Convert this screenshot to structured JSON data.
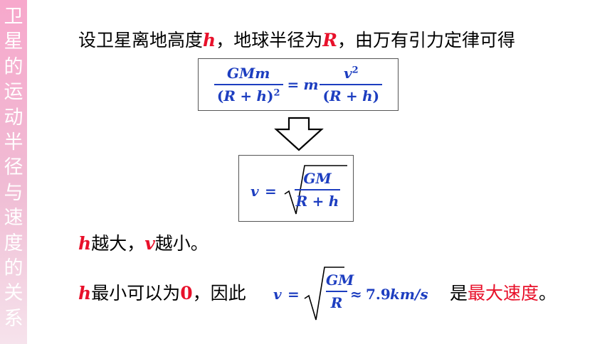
{
  "sidebar": {
    "title": "卫星的运动半径与速度的关系",
    "color": "#f4a7c8"
  },
  "line1": {
    "prefix": "设卫星离地高度",
    "var_h": "h",
    "sep1": "，地球半径为",
    "var_r": "R",
    "suffix": "，由万有引力定律可得"
  },
  "eq1": {
    "lhs_num": "GMm",
    "lhs_den_open": "(R",
    "plus": "+",
    "h": "h",
    "lhs_den_close": ")",
    "sq": "2",
    "equals": "=",
    "m": "m",
    "rhs_num": "v",
    "rhs_num_sq": "2",
    "rhs_den_open": "(R",
    "rhs_den_close": ")"
  },
  "eq2": {
    "v": "v",
    "equals": "=",
    "num": "GM",
    "den_r": "R",
    "plus": "+",
    "den_h": "h"
  },
  "line2": {
    "h": "h",
    "t1": "越大，",
    "v": "v",
    "t2": "越小。"
  },
  "line3": {
    "h": "h",
    "t1": "最小可以为",
    "zero": "0",
    "t2": "，因此",
    "v": "v",
    "equals": "=",
    "num": "GM",
    "den": "R",
    "approx": "≈",
    "value": "7.9",
    "unit": "km/s",
    "t3": "是",
    "emph": "最大速度",
    "t4": "。"
  },
  "colors": {
    "math": "#1d3ec0",
    "highlight": "#e8102a"
  }
}
